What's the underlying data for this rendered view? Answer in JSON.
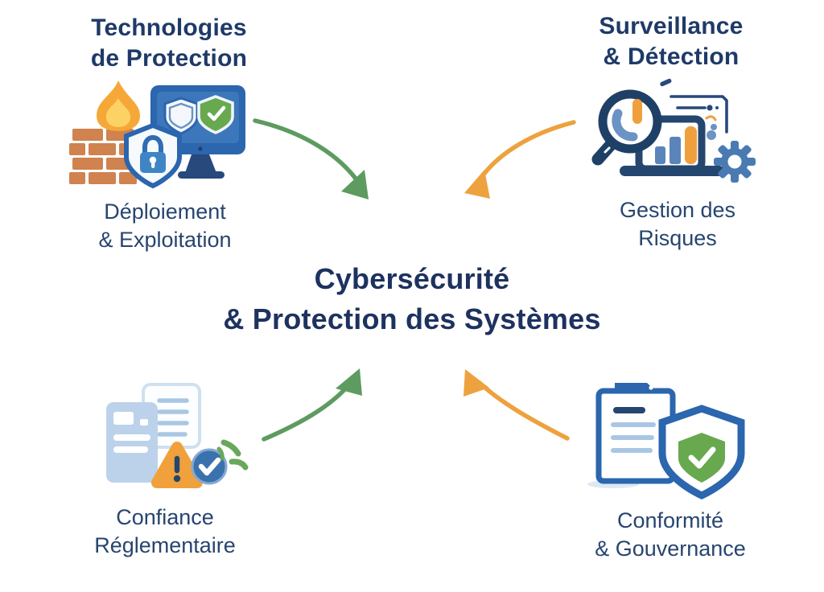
{
  "colors": {
    "heading_navy": "#1f3a68",
    "caption_navy": "#27456f",
    "title_navy": "#1e3260",
    "arrow_green": "#5d9b61",
    "arrow_orange": "#eda23f",
    "icon_blue": "#2b66ae",
    "icon_navy": "#24466f",
    "icon_light_blue": "#a9c7e3",
    "icon_orange": "#f0a13c",
    "icon_green": "#68a94f",
    "brick_orange": "#d0824f"
  },
  "center": {
    "title_line1": "Cybersécurité",
    "title_line2": "& Protection des Systèmes"
  },
  "quadrants": {
    "top_left": {
      "heading_line1": "Technologies",
      "heading_line2": "de Protection",
      "caption_line1": "Déploiement",
      "caption_line2": "& Exploitation",
      "icon": "firewall-flame-monitor-shields-lock-icon"
    },
    "top_right": {
      "heading_line1": "Surveillance",
      "heading_line2": "& Détection",
      "caption_line1": "Gestion des",
      "caption_line2": "Risques",
      "icon": "magnifier-analytics-laptop-gear-icon"
    },
    "bottom_left": {
      "caption_line1": "Confiance",
      "caption_line2": "Réglementaire",
      "icon": "documents-warning-check-leaves-icon"
    },
    "bottom_right": {
      "caption_line1": "Conformité",
      "caption_line2": "& Gouvernance",
      "icon": "document-shield-check-icon"
    }
  },
  "arrows": [
    {
      "from": "top-left",
      "to": "center",
      "color": "#5d9b61"
    },
    {
      "from": "top-right",
      "to": "center",
      "color": "#eda23f"
    },
    {
      "from": "bottom-left",
      "to": "center",
      "color": "#5d9b61"
    },
    {
      "from": "bottom-right",
      "to": "center",
      "color": "#eda23f"
    }
  ]
}
